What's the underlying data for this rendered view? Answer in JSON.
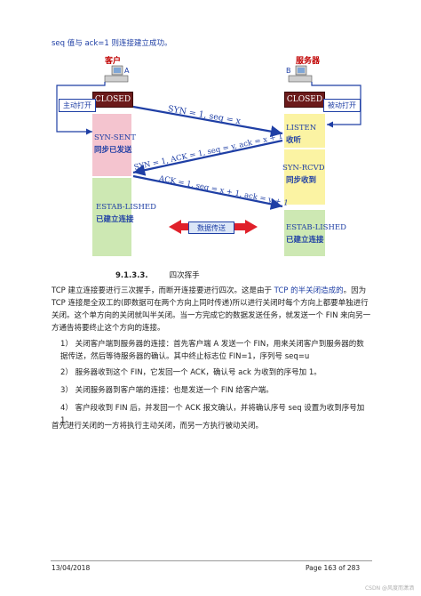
{
  "intro_text": "seq 值与 ack=1 则连接建立成功。",
  "diagram": {
    "client_title": "客户",
    "server_title": "服务器",
    "client_pc_letter": "A",
    "server_pc_letter": "B",
    "client_closed": "CLOSED",
    "server_closed": "CLOSED",
    "active_open": "主动打开",
    "passive_open": "被动打开",
    "syn_sent": "SYN-SENT",
    "syn_sent_cn": "同步已发送",
    "listen": "LISTEN",
    "listen_cn": "收听",
    "syn_rcvd": "SYN-RCVD",
    "syn_rcvd_cn": "同步收到",
    "estab_client": "ESTAB-LISHED",
    "estab_client_cn": "已建立连接",
    "estab_server": "ESTAB-LISHED",
    "estab_server_cn": "已建立连接",
    "msg1": "SYN = 1, seq = x",
    "msg2": "SYN = 1, ACK = 1, seq = y, ack = x + 1",
    "msg3": "ACK = 1, seq = x + 1, ack = y + 1",
    "data_transfer": "数据传送",
    "colors": {
      "pink": "#f4c4cf",
      "yellow": "#fbf3a3",
      "green": "#cde8b3",
      "arrow": "#1f3fa5",
      "red_arrow": "#e0202a",
      "closed_box": "#6b1a1a"
    }
  },
  "section": {
    "number": "9.1.3.3.",
    "title": "四次挥手"
  },
  "paragraph": {
    "part1": "TCP 建立连接要进行三次握手，而断开连接要进行四次。这是由于 ",
    "link": "TCP 的半关闭造成的",
    "part2": "。因为 TCP 连接是全双工的(即数据可在两个方向上同时传递)所以进行关闭时每个方向上都要单独进行关闭。这个单方向的关闭就叫半关闭。当一方完成它的数据发送任务，就发送一个 FIN 来向另一方通告将要终止这个方向的连接。"
  },
  "items": [
    "1） 关闭客户端到服务器的连接：首先客户端 A 发送一个 FIN，用来关闭客户到服务器的数据传送，然后等待服务器的确认。其中终止标志位 FIN=1，序列号 seq=u",
    "2） 服务器收到这个 FIN，它发回一个 ACK，确认号 ack 为收到的序号加 1。",
    "3） 关闭服务器到客户端的连接：也是发送一个 FIN 给客户端。",
    "4） 客户段收到 FIN 后，并发回一个 ACK 报文确认，并将确认序号 seq 设置为收到序号加 1。"
  ],
  "closing_text": "首先进行关闭的一方将执行主动关闭，而另一方执行被动关闭。",
  "footer": {
    "date": "13/04/2018",
    "page": "Page 163 of 283"
  },
  "watermark": "CSDN @风度而潇洒"
}
